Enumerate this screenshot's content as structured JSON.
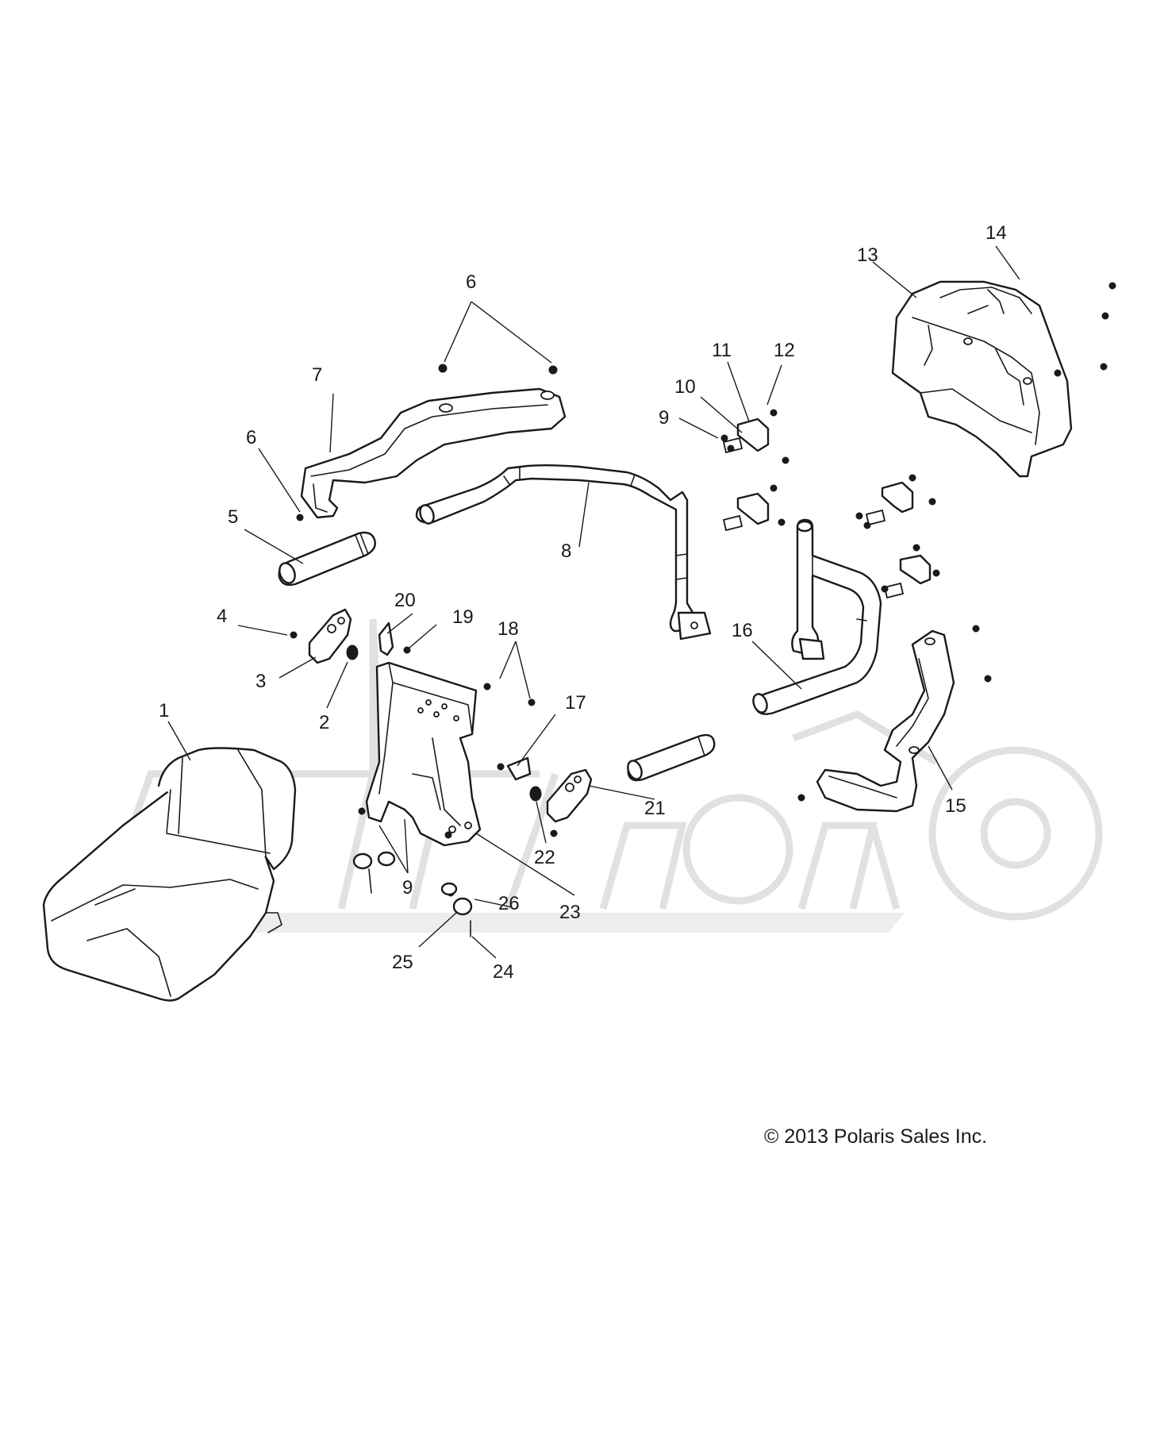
{
  "callouts": [
    "1",
    "2",
    "3",
    "4",
    "5",
    "6",
    "6",
    "7",
    "8",
    "9",
    "9",
    "10",
    "11",
    "12",
    "13",
    "14",
    "15",
    "16",
    "17",
    "18",
    "19",
    "20",
    "21",
    "22",
    "23",
    "24",
    "25",
    "26"
  ],
  "copyright": "© 2013 Polaris Sales Inc.",
  "watermark_label": "AJAXmoto"
}
